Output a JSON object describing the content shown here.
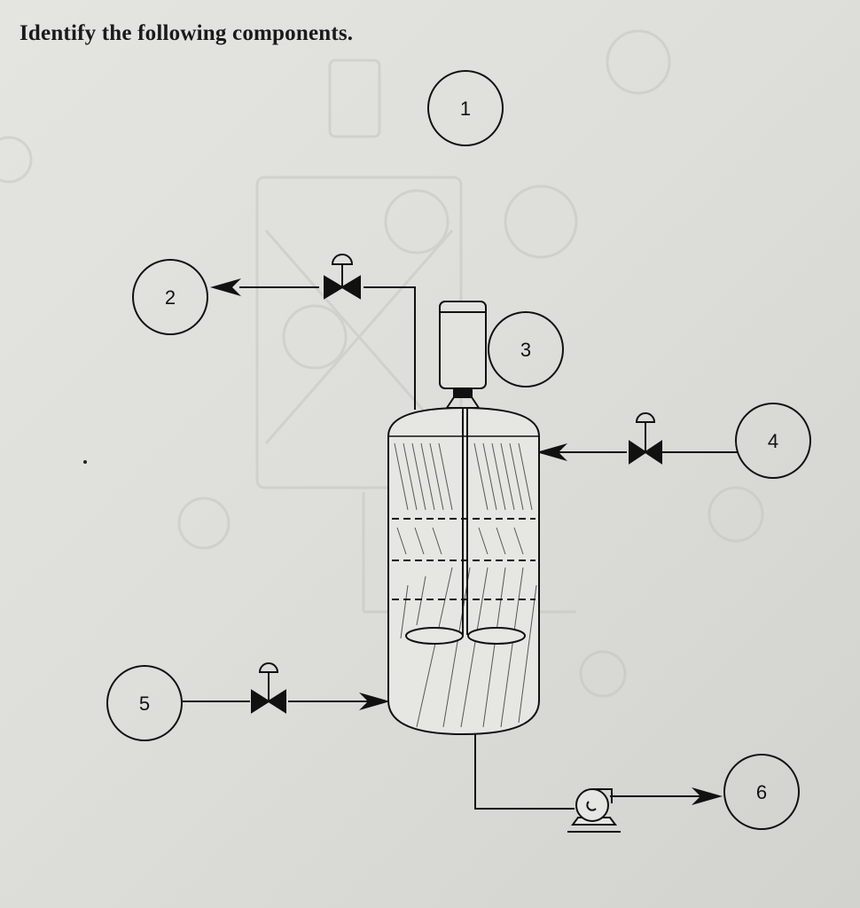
{
  "instruction": "Identify the following components.",
  "callouts": [
    "1",
    "2",
    "3",
    "4",
    "5",
    "6"
  ],
  "colors": {
    "ink": "#111111",
    "paper": "#e2e2de",
    "ghost": "#bdbdb9"
  }
}
